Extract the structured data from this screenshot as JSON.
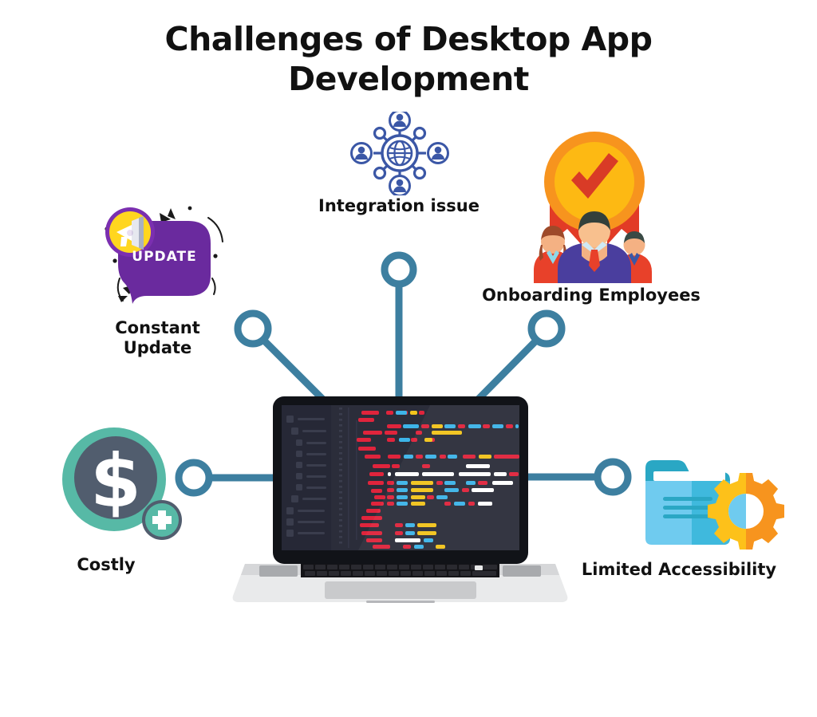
{
  "page": {
    "title": "Challenges of Desktop App\nDevelopment",
    "background_color": "#ffffff",
    "text_color": "#111111"
  },
  "theme": {
    "connector_color": "#3d7fa0",
    "title_color": "#111111",
    "integration_blue": "#3b57a6",
    "badge_orange": "#f7941e",
    "badge_yellow": "#fdb913",
    "badge_red": "#e23b26",
    "update_purple": "#6a2a9e",
    "update_yellow": "#ffd61f",
    "coin_teal": "#57b9a6",
    "coin_slate": "#515d6e",
    "folder_blue": "#6fcbef",
    "folder_teal": "#2aa7c4",
    "gear_orange": "#f7941e",
    "gear_yellow": "#fdc11a",
    "laptop_silver": "#d9dadb",
    "screen_dark": "#2b2d3a"
  },
  "nodes": [
    {
      "id": "integration",
      "label": "Integration issue",
      "icon": "network-globe-people-icon",
      "connector": "vertical-center"
    },
    {
      "id": "onboarding",
      "label": "Onboarding Employees",
      "icon": "award-badge-team-icon",
      "connector": "diagonal-right"
    },
    {
      "id": "constant_update",
      "label": "Constant\nUpdate",
      "icon": "megaphone-update-bubble-icon",
      "connector": "diagonal-left"
    },
    {
      "id": "costly",
      "label": "Costly",
      "icon": "dollar-coin-plus-icon",
      "connector": "horizontal-left"
    },
    {
      "id": "limited_accessibility",
      "label": "Limited Accessibility",
      "icon": "folder-gear-icon",
      "connector": "horizontal-right"
    }
  ],
  "icons": {
    "update_badge_text": "UPDATE"
  },
  "laptop": {
    "name": "laptop-illustration",
    "screen": {
      "name": "code-editor-screen",
      "sidebar_name": "file-tree-sidebar",
      "gutter_name": "line-number-gutter",
      "code_area_name": "code-lines-area"
    },
    "keyboard_name": "laptop-keyboard",
    "trackpad_name": "laptop-trackpad"
  }
}
